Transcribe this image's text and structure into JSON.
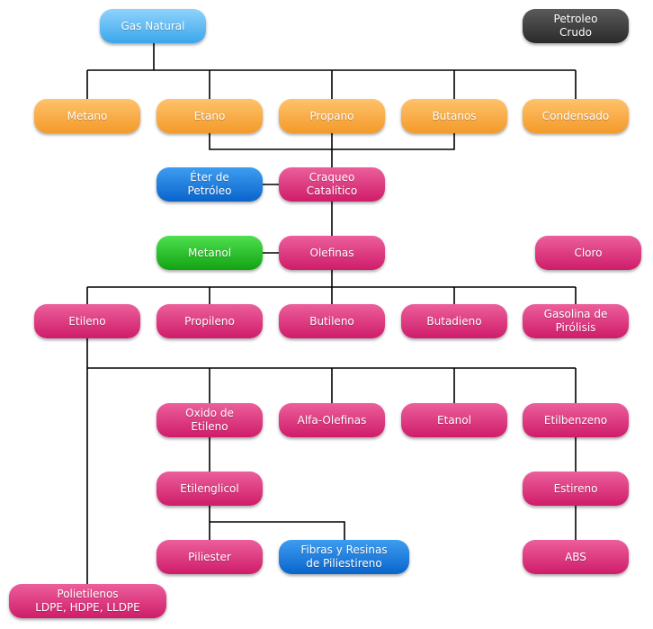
{
  "nodes": {
    "gas_natural": "Gas Natural",
    "petroleo_crudo": "Petroleo\nCrudo",
    "metano": "Metano",
    "etano": "Etano",
    "propano": "Propano",
    "butanos": "Butanos",
    "condensado": "Condensado",
    "eter_petroleo": "Éter de\nPetróleo",
    "craqueo": "Craqueo\nCatalítico",
    "metanol": "Metanol",
    "olefinas": "Olefinas",
    "cloro": "Cloro",
    "etileno": "Etileno",
    "propileno": "Propileno",
    "butileno": "Butileno",
    "butadieno": "Butadieno",
    "gasolina": "Gasolina de\nPirólisis",
    "oxido_etileno": "Oxido de\nEtileno",
    "alfa_olefinas": "Alfa-Olefinas",
    "etanol": "Etanol",
    "etilbenzeno": "Etilbenzeno",
    "etilenglicol": "Etilenglicol",
    "estireno": "Estireno",
    "piliester": "Piliester",
    "fibras": "Fibras y Resinas\nde Piliestireno",
    "abs": "ABS",
    "polietilenos": "Polietilenos\nLDPE, HDPE, LLDPE"
  },
  "colors": {
    "orange": "#f6a53a",
    "pink": "#d9267a",
    "blue": "#1a72d8",
    "light_blue": "#55b4f0",
    "green": "#1fb81f",
    "dark": "#3a3a3a",
    "connector": "#000000"
  }
}
